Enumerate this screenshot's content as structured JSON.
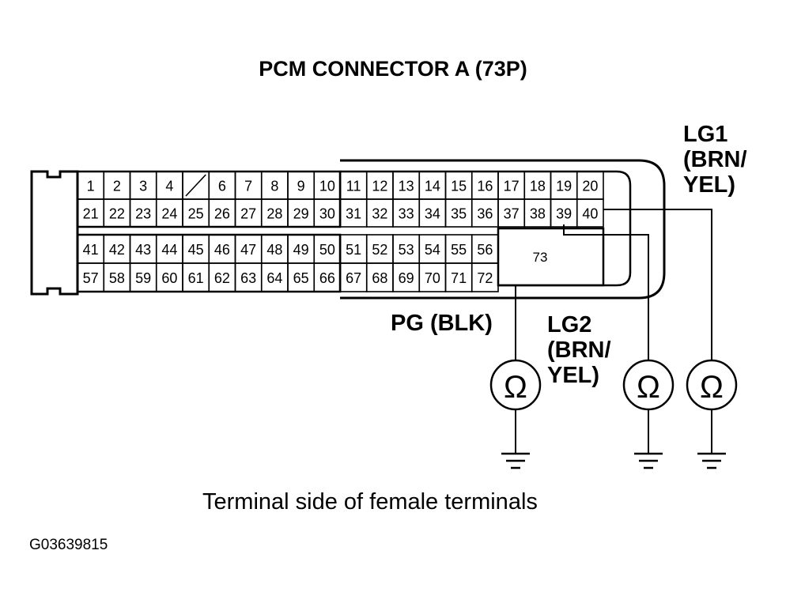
{
  "title": "PCM CONNECTOR A (73P)",
  "connector": {
    "rows": [
      [
        "1",
        "2",
        "3",
        "4",
        "",
        "6",
        "7",
        "8",
        "9",
        "10",
        "11",
        "12",
        "13",
        "14",
        "15",
        "16",
        "17",
        "18",
        "19",
        "20"
      ],
      [
        "21",
        "22",
        "23",
        "24",
        "25",
        "26",
        "27",
        "28",
        "29",
        "30",
        "31",
        "32",
        "33",
        "34",
        "35",
        "36",
        "37",
        "38",
        "39",
        "40"
      ],
      [
        "41",
        "42",
        "43",
        "44",
        "45",
        "46",
        "47",
        "48",
        "49",
        "50",
        "51",
        "52",
        "53",
        "54",
        "55",
        "56"
      ],
      [
        "57",
        "58",
        "59",
        "60",
        "61",
        "62",
        "63",
        "64",
        "65",
        "66",
        "67",
        "68",
        "69",
        "70",
        "71",
        "72"
      ]
    ],
    "large_terminal": "73",
    "blank_terminal_marker": "slash"
  },
  "labels": {
    "lg1": [
      "LG1",
      "(BRN/",
      "YEL)"
    ],
    "lg2": [
      "LG2",
      "(BRN/",
      "YEL)"
    ],
    "pg": "PG (BLK)"
  },
  "meters": [
    {
      "symbol": "Ω"
    },
    {
      "symbol": "Ω"
    },
    {
      "symbol": "Ω"
    }
  ],
  "caption": "Terminal side of female terminals",
  "figure_code": "G03639815"
}
